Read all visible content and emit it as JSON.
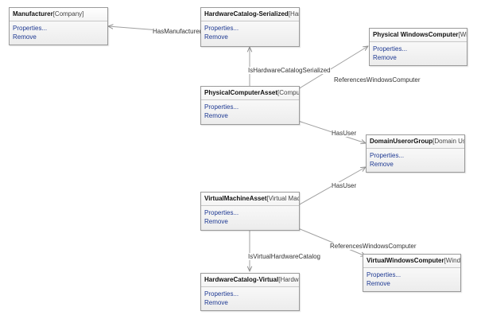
{
  "nodes": [
    {
      "id": "manufacturer",
      "name": "Manufacturer",
      "type": "[Company]",
      "links": [
        "Properties...",
        "Remove"
      ]
    },
    {
      "id": "hardware-catalog-serialized",
      "name": "HardwareCatalog-Serialized",
      "type": "[Hard",
      "links": [
        "Properties...",
        "Remove"
      ]
    },
    {
      "id": "physical-windows-computer",
      "name": "Physical WindowsComputer",
      "type": "[Wind",
      "links": [
        "Properties...",
        "Remove"
      ]
    },
    {
      "id": "physical-computer-asset",
      "name": "PhysicalComputerAsset",
      "type": "[Computer",
      "links": [
        "Properties...",
        "Remove"
      ]
    },
    {
      "id": "domain-user-or-group",
      "name": "DomainUserorGroup",
      "type": "[Domain User",
      "links": [
        "Properties...",
        "Remove"
      ]
    },
    {
      "id": "virtual-machine-asset",
      "name": "VirtualMachineAsset",
      "type": "[Virtual Mach",
      "links": [
        "Properties...",
        "Remove"
      ]
    },
    {
      "id": "virtual-windows-computer",
      "name": "VirtualWindowsComputer",
      "type": "[Windo",
      "links": [
        "Properties...",
        "Remove"
      ]
    },
    {
      "id": "hardware-catalog-virtual",
      "name": "HardwareCatalog-Virtual",
      "type": "[Hardwa",
      "links": [
        "Properties...",
        "Remove"
      ]
    }
  ],
  "edges": [
    {
      "id": "has-manufacturer",
      "label": "HasManufacturer"
    },
    {
      "id": "is-hardware-catalog-serialized",
      "label": "IsHardwareCatalogSerialized"
    },
    {
      "id": "references-windows-computer-1",
      "label": "ReferencesWindowsComputer"
    },
    {
      "id": "has-user-1",
      "label": "HasUser"
    },
    {
      "id": "has-user-2",
      "label": "HasUser"
    },
    {
      "id": "references-windows-computer-2",
      "label": "ReferencesWindowsComputer"
    },
    {
      "id": "is-virtual-hardware-catalog",
      "label": "IsVirtualHardwareCatalog"
    }
  ]
}
